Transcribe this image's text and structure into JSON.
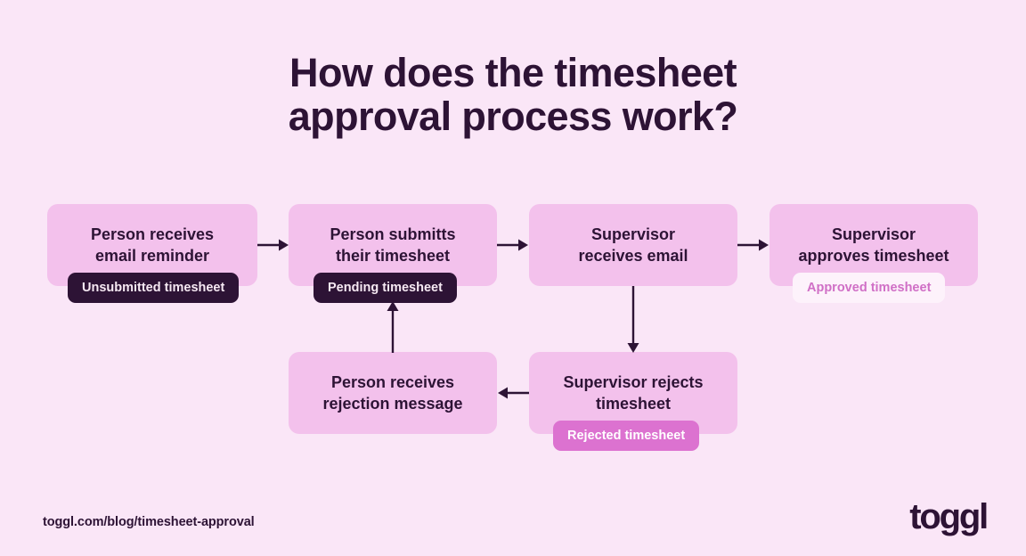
{
  "page": {
    "background_color": "#FAE6F7",
    "title_line1": "How does the timesheet",
    "title_line2": "approval process work?"
  },
  "theme": {
    "node_fill": "#F3C1EC",
    "text_dark": "#2D1335",
    "badge_dark_bg": "#2D1335",
    "badge_dark_text": "#F6E9F3",
    "badge_light_bg": "#FDF2FB",
    "badge_light_text": "#D06FC6",
    "badge_magenta_bg": "#DC72D0",
    "badge_magenta_text": "#FFFFFF",
    "arrow_color": "#2D1335"
  },
  "flow": {
    "nodes": [
      {
        "id": "person-receives-email-reminder",
        "line1": "Person receives",
        "line2": "email reminder",
        "badge": "Unsubmitted timesheet",
        "badge_style": "dark"
      },
      {
        "id": "person-submits-timesheet",
        "line1": "Person submitts",
        "line2": "their timesheet",
        "badge": "Pending timesheet",
        "badge_style": "dark"
      },
      {
        "id": "supervisor-receives-email",
        "line1": "Supervisor",
        "line2": "receives email",
        "badge": null,
        "badge_style": null
      },
      {
        "id": "supervisor-approves-timesheet",
        "line1": "Supervisor",
        "line2": "approves timesheet",
        "badge": "Approved timesheet",
        "badge_style": "light"
      },
      {
        "id": "supervisor-rejects-timesheet",
        "line1": "Supervisor rejects",
        "line2": "timesheet",
        "badge": "Rejected timesheet",
        "badge_style": "magenta"
      },
      {
        "id": "person-receives-rejection-message",
        "line1": "Person receives",
        "line2": "rejection message",
        "badge": null,
        "badge_style": null
      }
    ],
    "connectors": [
      {
        "id": "reminder-to-submit",
        "direction": "right"
      },
      {
        "id": "submit-to-supervisor-email",
        "direction": "right"
      },
      {
        "id": "supervisor-email-to-approve",
        "direction": "right"
      },
      {
        "id": "supervisor-email-to-reject",
        "direction": "down"
      },
      {
        "id": "reject-to-rejection-message",
        "direction": "left"
      },
      {
        "id": "rejection-message-to-submit",
        "direction": "up"
      }
    ]
  },
  "footer": {
    "url": "toggl.com/blog/timesheet-approval",
    "logo": "toggl"
  }
}
